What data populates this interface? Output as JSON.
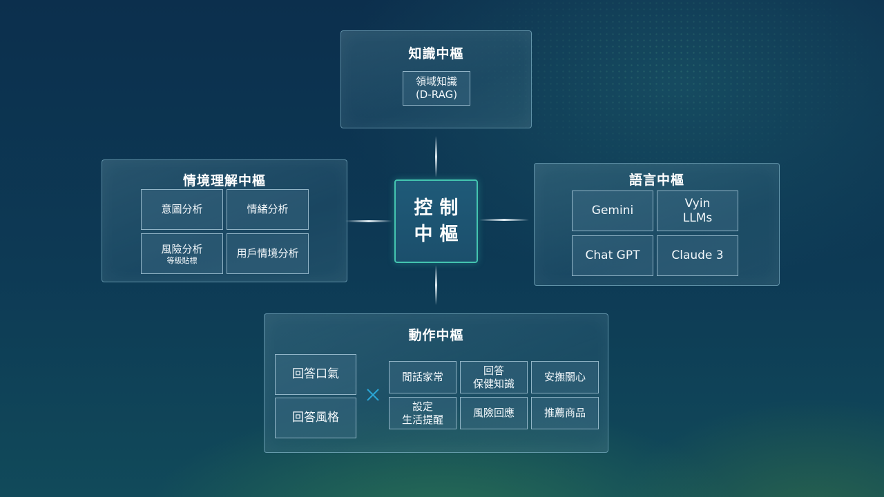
{
  "center": {
    "line1": "控制",
    "line2": "中樞"
  },
  "knowledge": {
    "title": "知識中樞",
    "item": {
      "line1": "領域知識",
      "line2": "(D-RAG)"
    }
  },
  "context": {
    "title": "情境理解中樞",
    "items": [
      {
        "label": "意圖分析"
      },
      {
        "label": "情緒分析"
      },
      {
        "label": "風險分析",
        "sub": "等級貼標"
      },
      {
        "label": "用戶情境分析"
      }
    ]
  },
  "language": {
    "title": "語言中樞",
    "items": [
      {
        "label": "Gemini"
      },
      {
        "line1": "Vyin",
        "line2": "LLMs"
      },
      {
        "label": "Chat GPT"
      },
      {
        "label": "Claude 3"
      }
    ]
  },
  "action": {
    "title": "動作中樞",
    "left_items": [
      {
        "label": "回答口氣"
      },
      {
        "label": "回答風格"
      }
    ],
    "cross_icon": "multiply-icon",
    "right_items": [
      {
        "label": "閒話家常"
      },
      {
        "line1": "回答",
        "line2": "保健知識"
      },
      {
        "label": "安撫關心"
      },
      {
        "line1": "設定",
        "line2": "生活提醒"
      },
      {
        "label": "風險回應"
      },
      {
        "label": "推薦商品"
      }
    ]
  },
  "colors": {
    "center_border": "#44c5b0",
    "cross": "#2aa6d6"
  }
}
